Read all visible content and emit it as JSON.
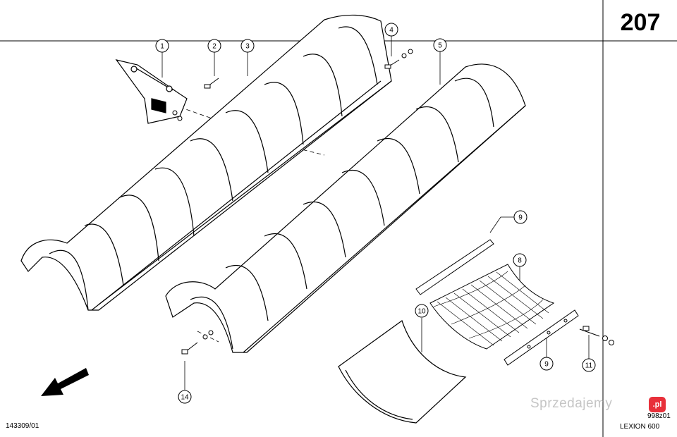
{
  "page_number": "207",
  "document_code": "143309/01",
  "reference_code": "998z01",
  "model": "LEXION 600",
  "watermark": "Sprzedajemy",
  "watermark_badge": ".pl",
  "callouts": [
    "1",
    "2",
    "3",
    "4",
    "5",
    "8",
    "9",
    "9",
    "10",
    "11",
    "14"
  ],
  "icons": {
    "direction": "arrow-down-left-icon"
  }
}
